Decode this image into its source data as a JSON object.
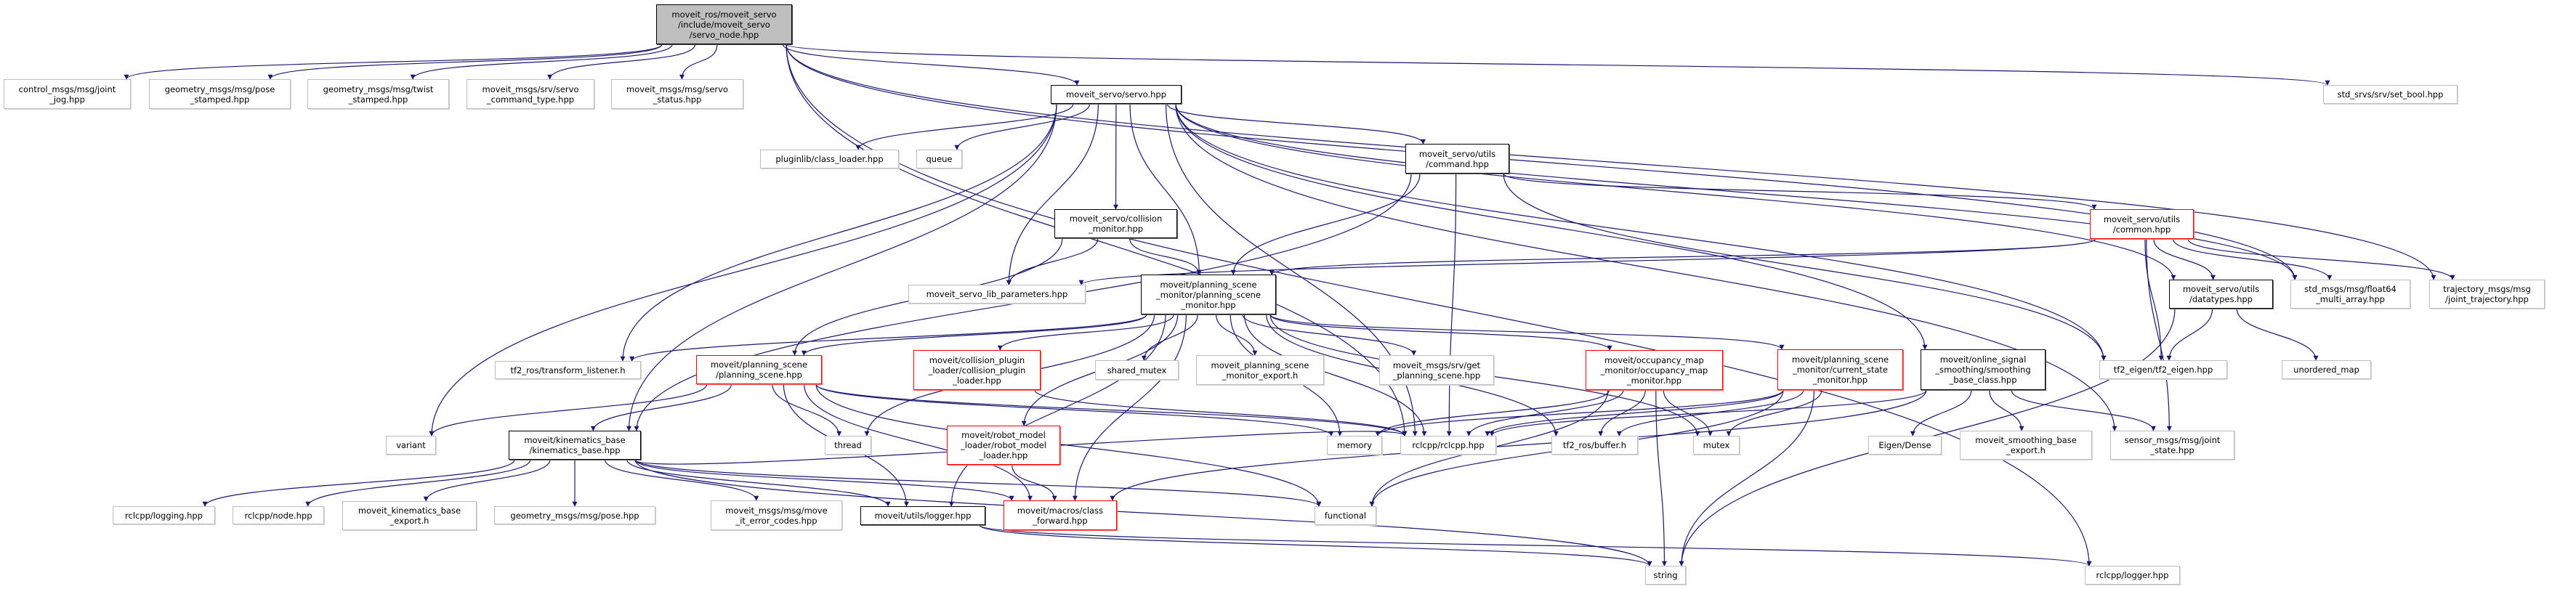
{
  "colors": {
    "edge": "#191970",
    "external_border": "#bfbfbf",
    "documented_border": "#000000",
    "truncated_border": "#ff0000",
    "root_fill": "#bfbfbf"
  },
  "nodes": [
    {
      "label": "moveit_ros/moveit_servo\n/include/moveit_servo\n/servo_node.hpp",
      "style": "root"
    },
    {
      "label": "control_msgs/msg/joint\n_jog.hpp",
      "style": "external"
    },
    {
      "label": "geometry_msgs/msg/pose\n_stamped.hpp",
      "style": "external"
    },
    {
      "label": "geometry_msgs/msg/twist\n_stamped.hpp",
      "style": "external"
    },
    {
      "label": "moveit_msgs/srv/servo\n_command_type.hpp",
      "style": "external"
    },
    {
      "label": "moveit_msgs/msg/servo\n_status.hpp",
      "style": "external"
    },
    {
      "label": "moveit_servo/servo.hpp",
      "style": "documented"
    },
    {
      "label": "std_srvs/srv/set_bool.hpp",
      "style": "external"
    },
    {
      "label": "pluginlib/class_loader.hpp",
      "style": "external"
    },
    {
      "label": "queue",
      "style": "external"
    },
    {
      "label": "moveit_servo/utils\n/command.hpp",
      "style": "documented"
    },
    {
      "label": "moveit_servo/collision\n_monitor.hpp",
      "style": "documented"
    },
    {
      "label": "moveit_servo_lib_parameters.hpp",
      "style": "external"
    },
    {
      "label": "moveit/planning_scene\n_monitor/planning_scene\n_monitor.hpp",
      "style": "documented"
    },
    {
      "label": "moveit_servo/utils\n/common.hpp",
      "style": "truncated"
    },
    {
      "label": "moveit_servo/utils\n/datatypes.hpp",
      "style": "documented"
    },
    {
      "label": "std_msgs/msg/float64\n_multi_array.hpp",
      "style": "external"
    },
    {
      "label": "trajectory_msgs/msg\n/joint_trajectory.hpp",
      "style": "external"
    },
    {
      "label": "tf2_ros/transform_listener.h",
      "style": "external"
    },
    {
      "label": "moveit/planning_scene\n/planning_scene.hpp",
      "style": "truncated"
    },
    {
      "label": "moveit/collision_plugin\n_loader/collision_plugin\n_loader.hpp",
      "style": "truncated"
    },
    {
      "label": "shared_mutex",
      "style": "external"
    },
    {
      "label": "moveit_planning_scene\n_monitor_export.h",
      "style": "external"
    },
    {
      "label": "moveit_msgs/srv/get\n_planning_scene.hpp",
      "style": "external"
    },
    {
      "label": "moveit/occupancy_map\n_monitor/occupancy_map\n_monitor.hpp",
      "style": "truncated"
    },
    {
      "label": "moveit/planning_scene\n_monitor/current_state\n_monitor.hpp",
      "style": "truncated"
    },
    {
      "label": "moveit/online_signal\n_smoothing/smoothing\n_base_class.hpp",
      "style": "documented"
    },
    {
      "label": "tf2_eigen/tf2_eigen.hpp",
      "style": "external"
    },
    {
      "label": "unordered_map",
      "style": "external"
    },
    {
      "label": "variant",
      "style": "external"
    },
    {
      "label": "moveit/kinematics_base\n/kinematics_base.hpp",
      "style": "documented"
    },
    {
      "label": "thread",
      "style": "external"
    },
    {
      "label": "moveit/robot_model\n_loader/robot_model\n_loader.hpp",
      "style": "truncated"
    },
    {
      "label": "memory",
      "style": "external"
    },
    {
      "label": "rclcpp/rclcpp.hpp",
      "style": "external"
    },
    {
      "label": "tf2_ros/buffer.h",
      "style": "external"
    },
    {
      "label": "mutex",
      "style": "external"
    },
    {
      "label": "Eigen/Dense",
      "style": "external"
    },
    {
      "label": "moveit_smoothing_base\n_export.h",
      "style": "external"
    },
    {
      "label": "sensor_msgs/msg/joint\n_state.hpp",
      "style": "external"
    },
    {
      "label": "rclcpp/logging.hpp",
      "style": "external"
    },
    {
      "label": "rclcpp/node.hpp",
      "style": "external"
    },
    {
      "label": "moveit_kinematics_base\n_export.h",
      "style": "external"
    },
    {
      "label": "geometry_msgs/msg/pose.hpp",
      "style": "external"
    },
    {
      "label": "moveit_msgs/msg/move\n_it_error_codes.hpp",
      "style": "external"
    },
    {
      "label": "moveit/utils/logger.hpp",
      "style": "documented"
    },
    {
      "label": "moveit/macros/class\n_forward.hpp",
      "style": "truncated"
    },
    {
      "label": "functional",
      "style": "external"
    },
    {
      "label": "string",
      "style": "external"
    },
    {
      "label": "rclcpp/logger.hpp",
      "style": "external"
    }
  ],
  "edges": [
    [
      0,
      1
    ],
    [
      0,
      2
    ],
    [
      0,
      3
    ],
    [
      0,
      4
    ],
    [
      0,
      5
    ],
    [
      0,
      6
    ],
    [
      0,
      7
    ],
    [
      0,
      16
    ],
    [
      0,
      17
    ],
    [
      0,
      49
    ],
    [
      0,
      34
    ],
    [
      6,
      8
    ],
    [
      6,
      9
    ],
    [
      6,
      10
    ],
    [
      6,
      11
    ],
    [
      6,
      12
    ],
    [
      6,
      13
    ],
    [
      6,
      15
    ],
    [
      6,
      18
    ],
    [
      6,
      30
    ],
    [
      6,
      29
    ],
    [
      6,
      27
    ],
    [
      6,
      26
    ],
    [
      6,
      39
    ],
    [
      6,
      34
    ],
    [
      6,
      16
    ],
    [
      10,
      13
    ],
    [
      10,
      14
    ],
    [
      10,
      27
    ],
    [
      10,
      30
    ],
    [
      10,
      34
    ],
    [
      11,
      12
    ],
    [
      11,
      13
    ],
    [
      11,
      19
    ],
    [
      14,
      12
    ],
    [
      14,
      13
    ],
    [
      14,
      15
    ],
    [
      14,
      16
    ],
    [
      14,
      17
    ],
    [
      14,
      27
    ],
    [
      14,
      39
    ],
    [
      15,
      27
    ],
    [
      15,
      28
    ],
    [
      15,
      48
    ],
    [
      13,
      18
    ],
    [
      13,
      19
    ],
    [
      13,
      20
    ],
    [
      13,
      21
    ],
    [
      13,
      22
    ],
    [
      13,
      23
    ],
    [
      13,
      24
    ],
    [
      13,
      25
    ],
    [
      13,
      31
    ],
    [
      13,
      32
    ],
    [
      13,
      33
    ],
    [
      13,
      34
    ],
    [
      13,
      35
    ],
    [
      13,
      36
    ],
    [
      13,
      46
    ],
    [
      13,
      45
    ],
    [
      19,
      29
    ],
    [
      19,
      30
    ],
    [
      19,
      31
    ],
    [
      19,
      33
    ],
    [
      19,
      34
    ],
    [
      19,
      46
    ],
    [
      19,
      47
    ],
    [
      19,
      45
    ],
    [
      20,
      34
    ],
    [
      32,
      46
    ],
    [
      24,
      33
    ],
    [
      24,
      34
    ],
    [
      24,
      35
    ],
    [
      24,
      36
    ],
    [
      24,
      47
    ],
    [
      24,
      48
    ],
    [
      25,
      34
    ],
    [
      25,
      35
    ],
    [
      25,
      36
    ],
    [
      25,
      48
    ],
    [
      25,
      47
    ],
    [
      25,
      33
    ],
    [
      26,
      37
    ],
    [
      26,
      38
    ],
    [
      26,
      39
    ],
    [
      26,
      34
    ],
    [
      26,
      46
    ],
    [
      30,
      40
    ],
    [
      30,
      41
    ],
    [
      30,
      42
    ],
    [
      30,
      43
    ],
    [
      30,
      44
    ],
    [
      30,
      45
    ],
    [
      30,
      46
    ],
    [
      30,
      47
    ],
    [
      30,
      48
    ],
    [
      30,
      34
    ],
    [
      45,
      48
    ],
    [
      45,
      49
    ]
  ]
}
